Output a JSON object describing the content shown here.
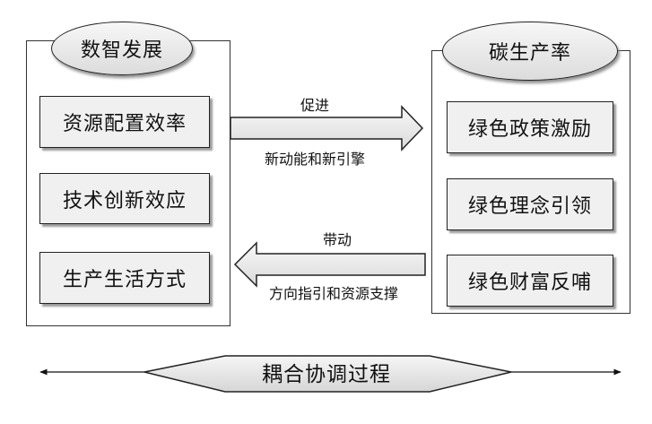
{
  "left_panel": {
    "title": "数智发展",
    "items": [
      "资源配置效率",
      "技术创新效应",
      "生产生活方式"
    ]
  },
  "right_panel": {
    "title": "碳生产率",
    "items": [
      "绿色政策激励",
      "绿色理念引领",
      "绿色财富反哺"
    ]
  },
  "arrow_right": {
    "top_label": "促进",
    "bottom_label": "新动能和新引擎"
  },
  "arrow_left": {
    "top_label": "带动",
    "bottom_label": "方向指引和资源支撑"
  },
  "process": {
    "label": "耦合协调过程"
  }
}
